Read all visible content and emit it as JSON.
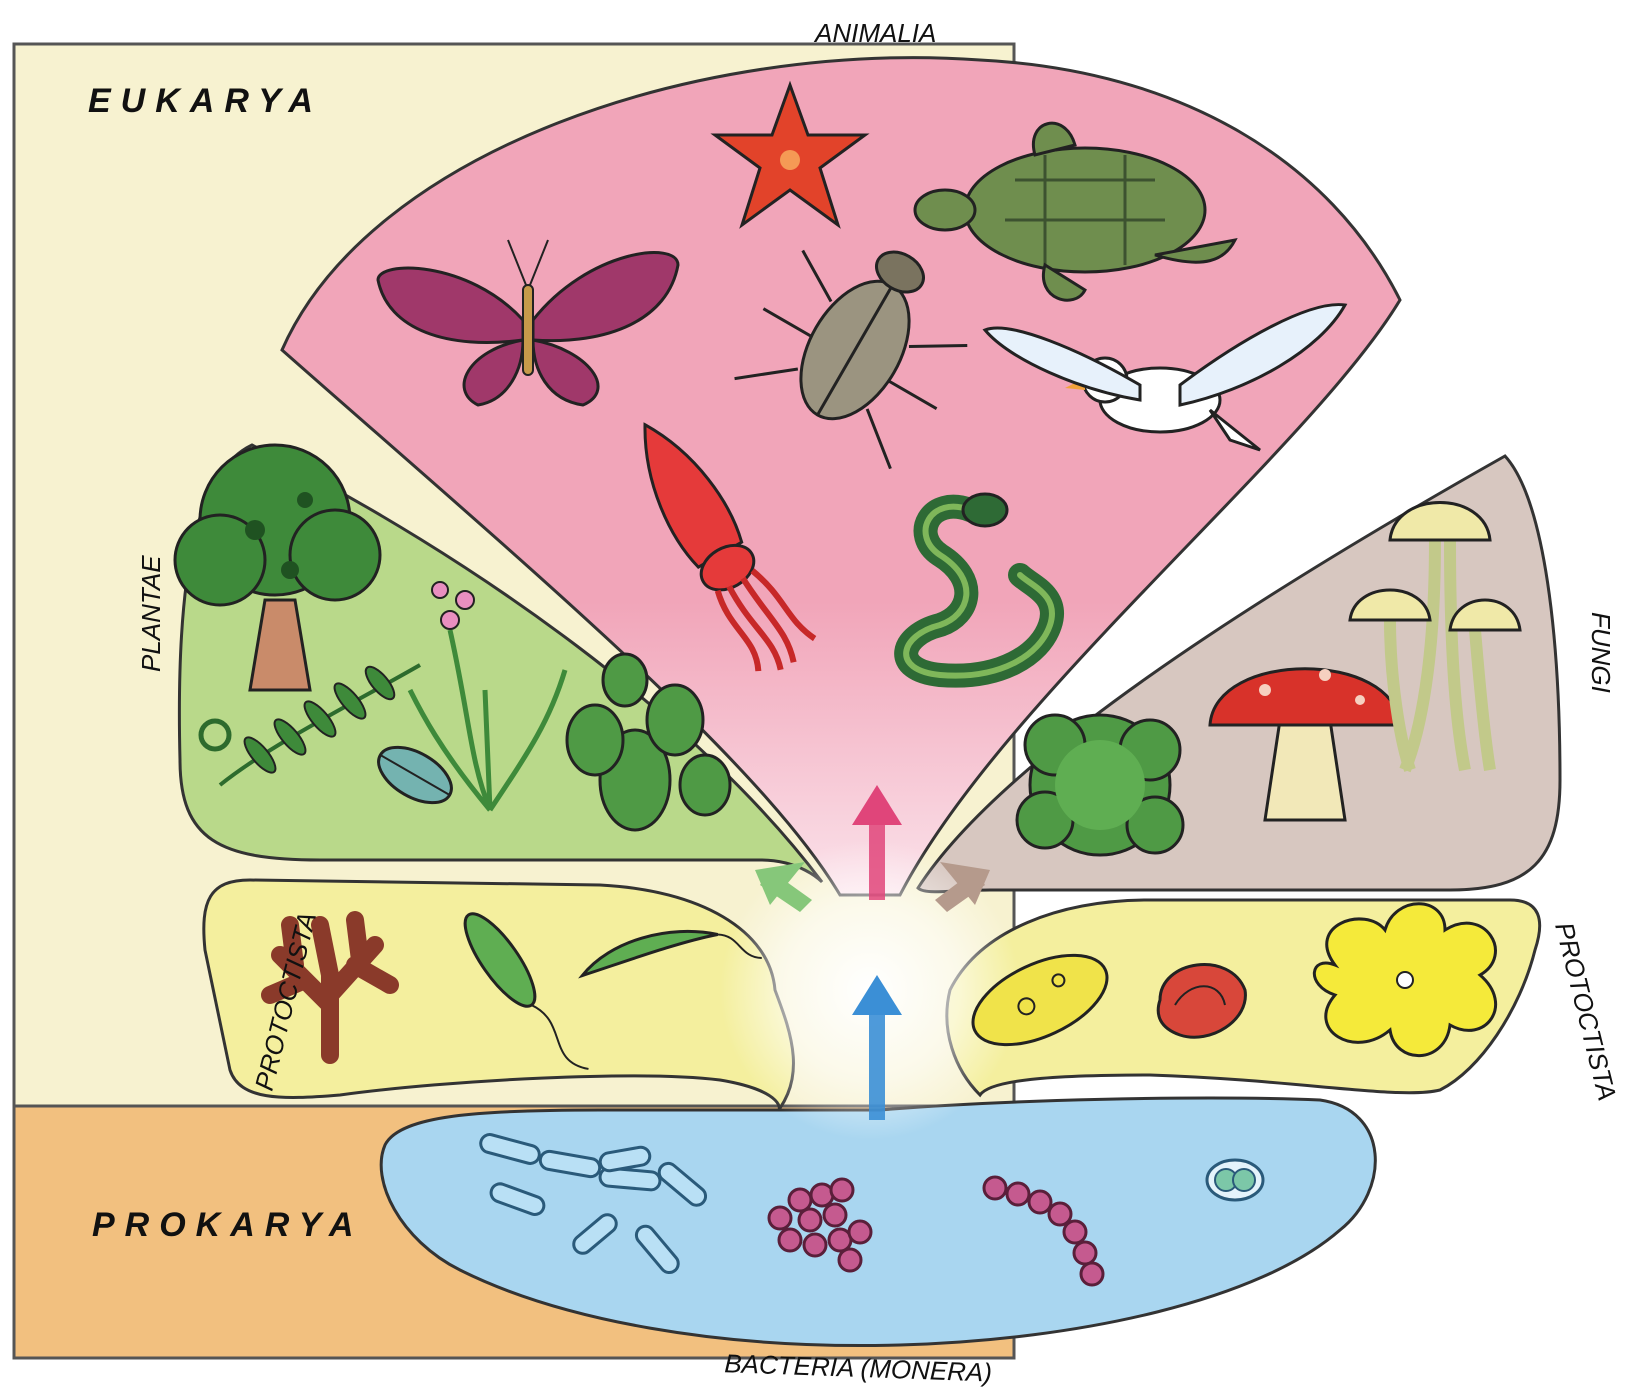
{
  "domains": {
    "eukarya": {
      "label": "EUKARYA",
      "color": "#f7f2d0"
    },
    "prokarya": {
      "label": "PROKARYA",
      "color": "#f2c07f"
    }
  },
  "kingdoms": {
    "animalia": {
      "label": "ANIMALIA",
      "color": "#f1a5b9"
    },
    "plantae": {
      "label": "PLANTAE",
      "color": "#b9d98a"
    },
    "fungi": {
      "label": "FUNGI",
      "color": "#d7c7c0"
    },
    "protoctista_left": {
      "label": "PROTOCTISTA",
      "color": "#f4ef9e"
    },
    "protoctista_right": {
      "label": "PROTOCTISTA",
      "color": "#f4ef9e"
    },
    "bacteria": {
      "label": "BACTERIA (MONERA)",
      "color": "#a9d6f0"
    }
  },
  "arrows": {
    "to_animalia": "#e0457a",
    "to_plantae": "#86c77a",
    "to_fungi": "#b59a8c",
    "to_protoctista": "#3b8fd6"
  },
  "organisms": {
    "animalia": [
      "starfish-icon",
      "turtle-icon",
      "butterfly-icon",
      "beetle-icon",
      "bird-icon",
      "squid-icon",
      "snake-icon"
    ],
    "plantae": [
      "tree-icon",
      "fern-icon",
      "flower-plant-icon",
      "leaf-icon",
      "cactus-icon"
    ],
    "fungi": [
      "lichen-icon",
      "toadstool-icon",
      "mushroom-cluster-icon"
    ],
    "protoctista_left": [
      "seaweed-icon",
      "euglena-icon",
      "trypanosome-icon"
    ],
    "protoctista_right": [
      "paramecium-icon",
      "foraminifera-icon",
      "amoeba-icon"
    ],
    "bacteria": [
      "bacilli-icon",
      "staphylococci-icon",
      "streptococci-icon",
      "diplococcus-icon"
    ]
  }
}
